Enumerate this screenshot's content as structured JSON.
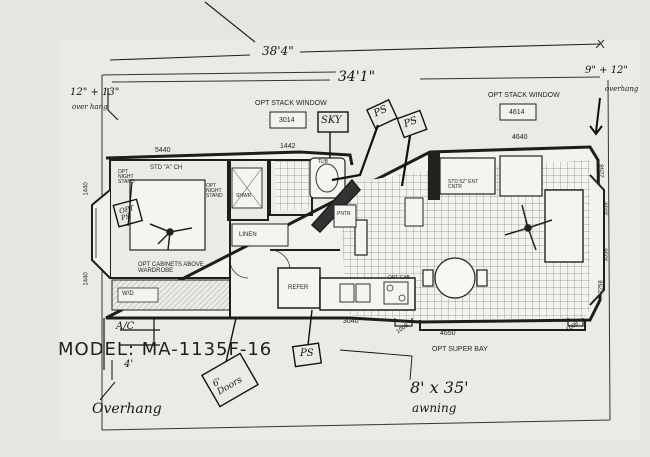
{
  "dimensions": {
    "total_length": "38'4\"",
    "body_length": "34'1\"",
    "overhang_left": "12\" + 13\"",
    "overhang_left_note": "over hang",
    "overhang_right": "9\" + 12\"",
    "overhang_right_note": "overhang"
  },
  "windows": {
    "stack_left_label": "OPT STACK WINDOW",
    "stack_left_code": "3014",
    "stack_right_label": "OPT STACK WINDOW",
    "stack_right_code": "4614"
  },
  "codes": {
    "c5440": "5440",
    "c1442": "1442",
    "c4640": "4640",
    "c1440a": "1440",
    "c1440b": "1440",
    "c2258a": "2258",
    "c3058a": "3058",
    "c3058b": "3058",
    "c2258b": "2258",
    "c3040": "3040",
    "c1008a": "1008",
    "c4650": "4650",
    "c1008b": "1008"
  },
  "rooms": {
    "bed": "STD \"A\" CH",
    "night_left": "OPT NIGHT STAND",
    "night_right": "OPT NIGHT STAND",
    "cabinets": "OPT CABINETS ABOVE WARDROBE",
    "wd": "W/D",
    "linen": "LINEN",
    "shower": "SHWR",
    "pantry": "PNTR",
    "fridge": "REFER",
    "ent_center": "STD 52\" ENT CNTR",
    "opt_cab": "OPT CAB",
    "super_bay": "OPT SUPER BAY",
    "tub": "TUB"
  },
  "handwritten": {
    "sky": "SKY",
    "ps1": "PS",
    "ps2": "PS",
    "ps3": "PS",
    "opt_ps": "OPT PS",
    "ac": "A/C",
    "ac_dim": "4'",
    "doors": "6' Doors",
    "awning_size": "8' x 35'",
    "awning_label": "awning",
    "overhang_bottom": "Overhang"
  },
  "model": "MODEL: MA-1135F-16"
}
